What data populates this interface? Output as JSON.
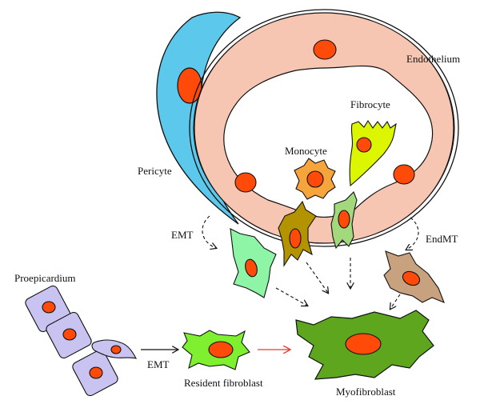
{
  "labels": {
    "endothelium": "Endothelium",
    "fibrocyte": "Fibrocyte",
    "monocyte": "Monocyte",
    "pericyte": "Pericyte",
    "emt_top": "EMT",
    "endmt": "EndMT",
    "proepicardium": "Proepicardium",
    "emt_bottom": "EMT",
    "resident_fibroblast": "Resident fibroblast",
    "myofibroblast": "Myofibroblast"
  },
  "colors": {
    "nucleus": "#ff4a0a",
    "pericyte": "#5bc8ec",
    "endothelium": "#f7c6b3",
    "fibrocyte": "#dcf500",
    "monocyte": "#f6a43c",
    "emt_cell": "#8ff5a6",
    "olive_cell": "#b49300",
    "mixed_cell": "#a3d87d",
    "endmt_cell": "#c8a27e",
    "proepicardium": "#c9c3f1",
    "resident_fibroblast": "#7ef02f",
    "myofibroblast": "#5ea61d",
    "red_arrow": "#e83a30"
  }
}
